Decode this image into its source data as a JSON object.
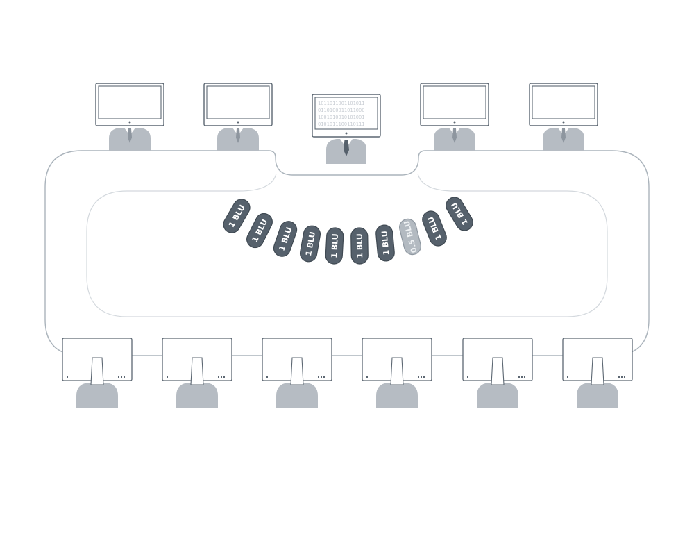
{
  "colors": {
    "outline": "#5c6772",
    "table_line": "#aab3bb",
    "felt_line": "#d3d8dd",
    "figure": "#b6bcc3",
    "chip": "#56616c",
    "chip_alt": "#b3bac1",
    "tie": "#56616c",
    "screen_text": "#c7ccd2"
  },
  "dealer_screen": {
    "lines": [
      "1011011001101011",
      "0110100011011000",
      "1001010010101001",
      "0101011100110111"
    ]
  },
  "chips": [
    {
      "label": "1 BLU",
      "variant": "dark"
    },
    {
      "label": "1 BLU",
      "variant": "dark"
    },
    {
      "label": "1 BLU",
      "variant": "dark"
    },
    {
      "label": "1 BLU",
      "variant": "dark"
    },
    {
      "label": "1 BLU",
      "variant": "dark"
    },
    {
      "label": "1 BLU",
      "variant": "dark"
    },
    {
      "label": "1 BLU",
      "variant": "dark"
    },
    {
      "label": "0.5 BLU",
      "variant": "light"
    },
    {
      "label": "1 BLU",
      "variant": "dark"
    },
    {
      "label": "1 BLU",
      "variant": "dark"
    }
  ]
}
